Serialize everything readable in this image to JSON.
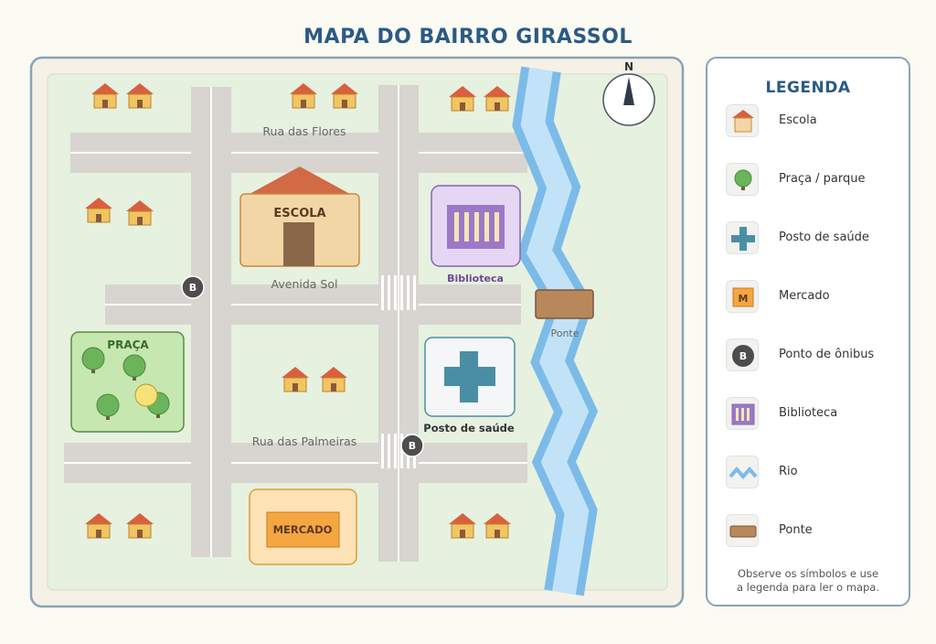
{
  "title": "MAPA DO BAIRRO GIRASSOL",
  "compass": "N",
  "streets": {
    "flores": "Rua das Flores",
    "sol": "Avenida Sol",
    "palmeiras": "Rua das Palmeiras"
  },
  "places": {
    "escola": "ESCOLA",
    "biblioteca": "Biblioteca",
    "praca": "PRAÇA",
    "posto": "Posto de saúde",
    "mercado": "MERCADO",
    "ponte": "Ponte",
    "bus_stop": "B"
  },
  "legend": {
    "title": "LEGENDA",
    "items": [
      {
        "label": "Escola",
        "icon": "school-icon"
      },
      {
        "label": "Praça / parque",
        "icon": "tree-icon"
      },
      {
        "label": "Posto de saúde",
        "icon": "health-cross-icon"
      },
      {
        "label": "Mercado",
        "icon": "market-icon",
        "glyph": "M"
      },
      {
        "label": "Ponto de ônibus",
        "icon": "bus-stop-icon",
        "glyph": "B"
      },
      {
        "label": "Biblioteca",
        "icon": "library-icon"
      },
      {
        "label": "Rio",
        "icon": "river-icon"
      },
      {
        "label": "Ponte",
        "icon": "bridge-icon"
      }
    ],
    "note_line1": "Observe os símbolos e use",
    "note_line2": "a legenda para ler o mapa."
  },
  "colors": {
    "title": "#2a5a84",
    "road": "#d8d5d0",
    "river": "#7cbbe8",
    "river_inner": "#c2e3f7",
    "park": "#c6e7b0",
    "house_roof": "#d9603f",
    "house_wall": "#f2c462",
    "school_wall": "#f3d6a5",
    "library": "#e5d6f3",
    "health": "#4a8ea5",
    "market": "#f6a640"
  }
}
